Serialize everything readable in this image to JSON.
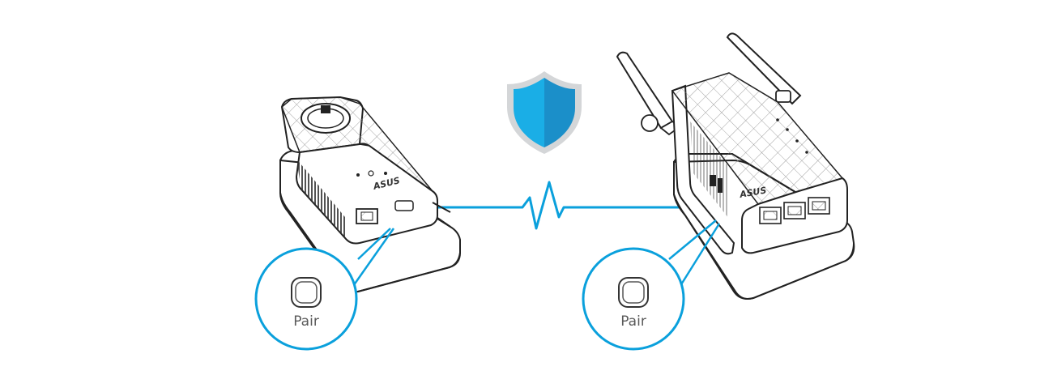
{
  "colors": {
    "accent_blue": "#0aa0dc",
    "shield_light": "#1aaee6",
    "shield_dark": "#1b8fc9",
    "shield_border": "#d4d6d8",
    "line_art": "#222222",
    "pad_fill": "#ffffff"
  },
  "icons": {
    "shield": "security-shield-icon",
    "pair_button": "pair-button-icon",
    "signal": "signal-wave-icon"
  },
  "left_device": {
    "brand": "ASUS",
    "pair_label": "Pair"
  },
  "right_device": {
    "brand": "ASUS",
    "pair_label": "Pair"
  }
}
